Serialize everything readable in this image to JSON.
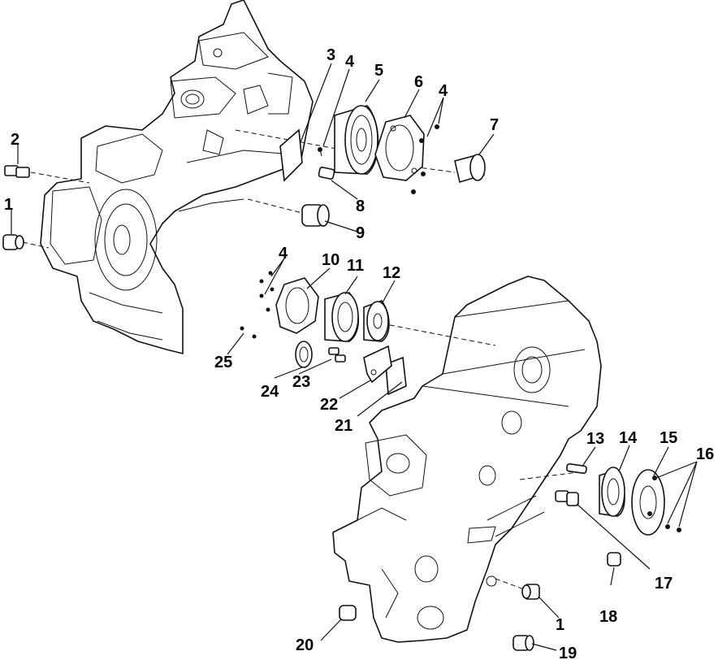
{
  "callouts": {
    "p1a": "1",
    "p1b": "1",
    "p2": "2",
    "p3": "3",
    "p4a": "4",
    "p4b": "4",
    "p4c": "4",
    "p5": "5",
    "p6": "6",
    "p7": "7",
    "p8": "8",
    "p9": "9",
    "p10": "10",
    "p11": "11",
    "p12": "12",
    "p13": "13",
    "p14": "14",
    "p15": "15",
    "p16": "16",
    "p17": "17",
    "p18": "18",
    "p19": "19",
    "p20": "20",
    "p21": "21",
    "p22": "22",
    "p23": "23",
    "p24": "24",
    "p25": "25"
  }
}
